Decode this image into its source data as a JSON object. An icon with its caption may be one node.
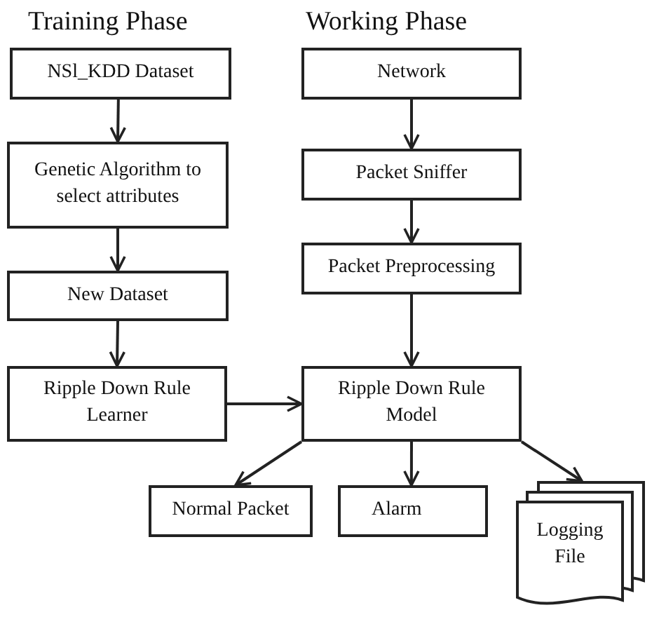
{
  "diagram": {
    "nodes": [
      {
        "text": [
          "NSl_KDD Dataset"
        ]
      },
      {
        "text": [
          "Genetic Algorithm to select attributes"
        ]
      },
      {
        "text": [
          "New Dataset"
        ]
      },
      {
        "text": [
          "Ripple Down Rule Learner"
        ]
      },
      {
        "text": [
          "Network"
        ]
      },
      {
        "text": [
          "Packet Sniffer"
        ]
      },
      {
        "text": [
          "Packet Preprocessing"
        ]
      },
      {
        "text": [
          "Ripple Down Rule Model"
        ]
      },
      {
        "text": [
          "Normal Packet"
        ]
      },
      {
        "text": [
          "Alarm"
        ]
      },
      {
        "text": [
          "Logging File"
        ]
      }
    ],
    "edges": [
      {
        "from": 0,
        "to": 1,
        "arrow": "to"
      },
      {
        "from": 1,
        "to": 2,
        "arrow": "to"
      },
      {
        "from": 2,
        "to": 3,
        "arrow": "to"
      },
      {
        "from": 4,
        "to": 5,
        "arrow": "to"
      },
      {
        "from": 5,
        "to": 6,
        "arrow": "to"
      },
      {
        "from": 6,
        "to": 7,
        "arrow": "to"
      },
      {
        "from": 3,
        "to": 7,
        "arrow": "to"
      },
      {
        "from": 7,
        "to": 8,
        "arrow": "to"
      },
      {
        "from": 7,
        "to": 9,
        "arrow": "to"
      },
      {
        "from": 7,
        "to": 10,
        "arrow": "to"
      }
    ],
    "labels": [
      "Training Phase",
      "Working Phase"
    ]
  }
}
